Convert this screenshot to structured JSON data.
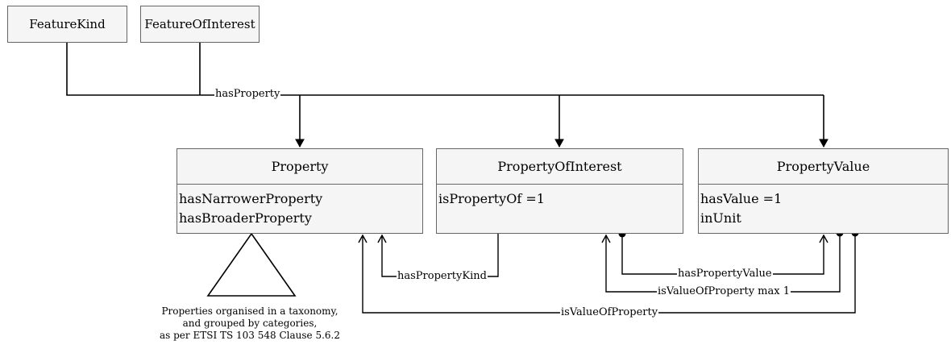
{
  "nodes": {
    "feature_kind": "FeatureKind",
    "feature_of_interest": "FeatureOfInterest",
    "property": {
      "name": "Property",
      "attributes": [
        "hasNarrowerProperty",
        "hasBroaderProperty"
      ]
    },
    "property_of_interest": {
      "name": "PropertyOfInterest",
      "attributes": [
        "isPropertyOf =1"
      ]
    },
    "property_value": {
      "name": "PropertyValue",
      "attributes": [
        "hasValue =1",
        "inUnit"
      ]
    }
  },
  "edges": {
    "has_property": "hasProperty",
    "has_property_kind": "hasPropertyKind",
    "has_property_value": "hasPropertyValue",
    "is_value_of_property_max": "isValueOfProperty max 1",
    "is_value_of_property": "isValueOfProperty"
  },
  "note": [
    "Properties organised in a taxonomy,",
    "and grouped by categories,",
    "as per ETSI TS 103 548 Clause 5.6.2"
  ]
}
